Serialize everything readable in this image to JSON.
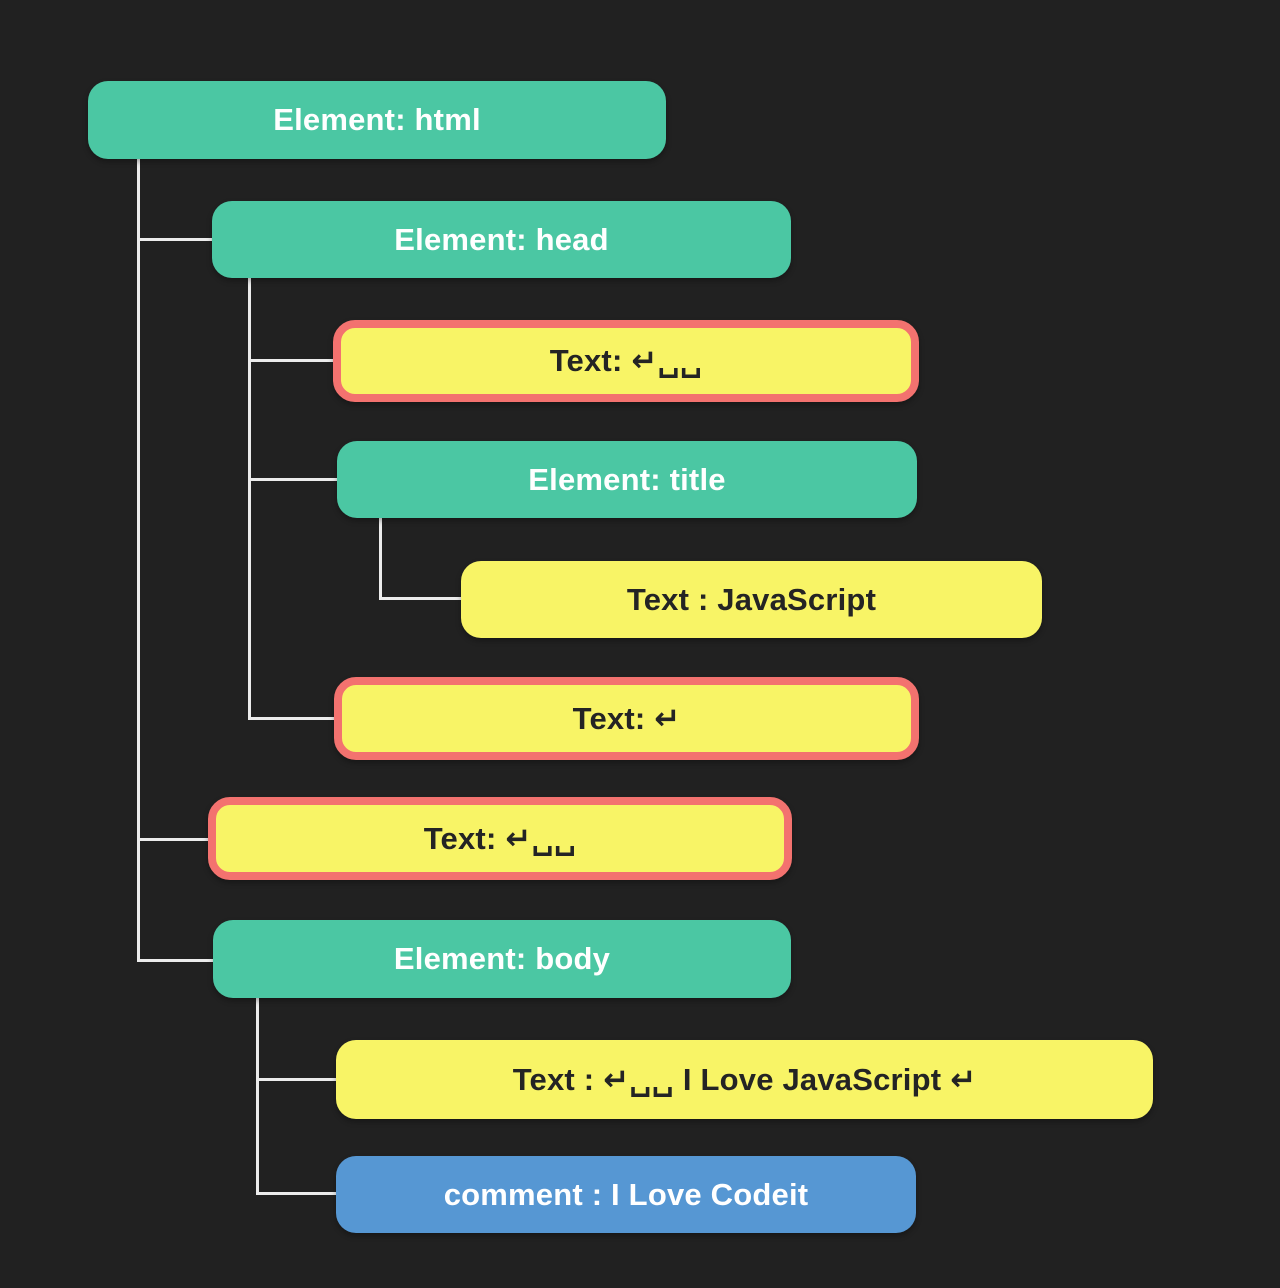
{
  "diagram": {
    "kind": "dom-tree",
    "colors": {
      "background": "#212121",
      "element_fill": "#4bc7a3",
      "text_fill": "#f8f466",
      "highlight_border": "#f3726f",
      "comment_fill": "#5697d3",
      "connector": "#ececec",
      "element_text": "#ffffff",
      "text_text": "#242424",
      "comment_text": "#ffffff"
    },
    "nodes": [
      {
        "id": "element-html",
        "type": "element",
        "label": "Element: html"
      },
      {
        "id": "element-head",
        "type": "element",
        "label": "Element: head"
      },
      {
        "id": "text-newline-spaces-1",
        "type": "text-highlighted",
        "label": "Text: ↵␣␣"
      },
      {
        "id": "element-title",
        "type": "element",
        "label": "Element: title"
      },
      {
        "id": "text-javascript",
        "type": "text",
        "label": "Text : JavaScript"
      },
      {
        "id": "text-newline",
        "type": "text-highlighted",
        "label": "Text: ↵"
      },
      {
        "id": "text-newline-spaces-2",
        "type": "text-highlighted",
        "label": "Text: ↵␣␣"
      },
      {
        "id": "element-body",
        "type": "element",
        "label": "Element: body"
      },
      {
        "id": "text-i-love-javascript",
        "type": "text",
        "label": "Text : ↵␣␣ I Love JavaScript ↵"
      },
      {
        "id": "comment-i-love-codeit",
        "type": "comment",
        "label": "comment : I Love Codeit"
      }
    ]
  }
}
